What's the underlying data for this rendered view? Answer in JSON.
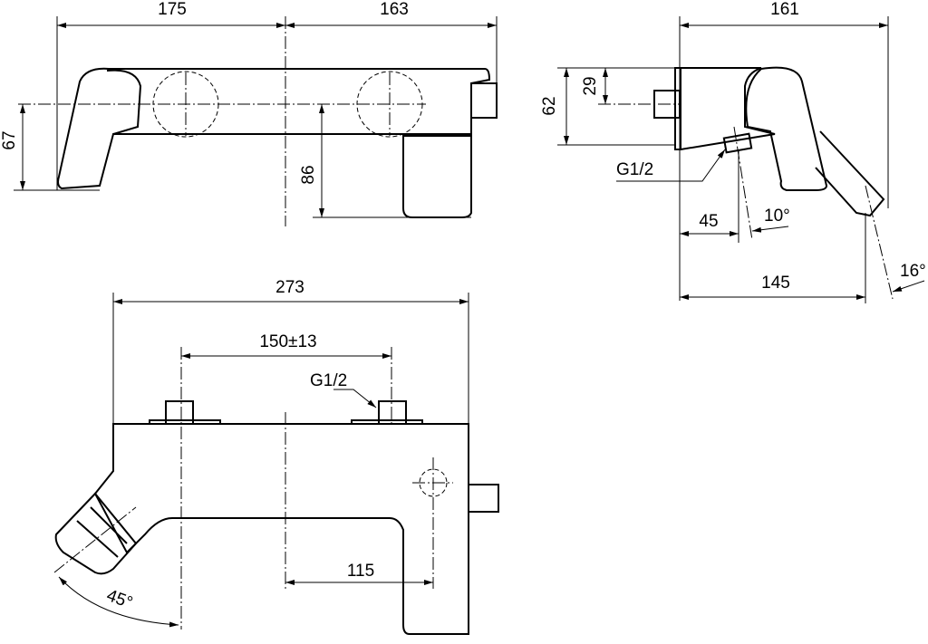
{
  "drawing": {
    "side_view": {
      "dim_left": "175",
      "dim_right": "163",
      "dim_height_left": "67",
      "dim_height_spout": "86"
    },
    "end_view": {
      "dim_depth": "161",
      "dim_height": "62",
      "dim_center": "29",
      "thread": "G1/2",
      "dim_inlet": "45",
      "angle_inlet": "10°",
      "dim_spout": "145",
      "angle_spout": "16°"
    },
    "top_view": {
      "dim_width": "273",
      "dim_centers": "150±13",
      "thread": "G1/2",
      "dim_offset": "115",
      "angle_handle": "45°"
    }
  }
}
